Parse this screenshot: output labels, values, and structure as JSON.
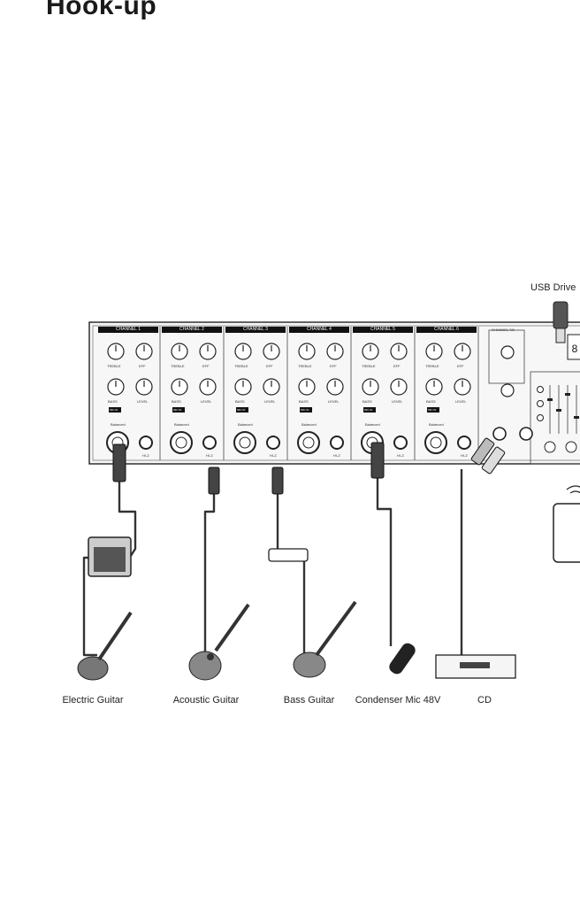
{
  "page": {
    "title": "Hook-up"
  },
  "mixer": {
    "channels": [
      {
        "label": "CHANNEL 1"
      },
      {
        "label": "CHANNEL 2"
      },
      {
        "label": "CHANNEL 3"
      },
      {
        "label": "CHANNEL 4"
      },
      {
        "label": "CHANNEL 5"
      },
      {
        "label": "CHANNEL 6"
      }
    ],
    "stereo_channel_label": "CHANNEL 7/8",
    "input_badge": "MIC IN",
    "knob_labels": {
      "treble": "TREBLE",
      "eff": "EFF",
      "bass": "BASS",
      "level": "LEVEL"
    },
    "jack_label": "HI-Z",
    "balanced_label": "Balanced"
  },
  "usb": {
    "label": "USB Drive"
  },
  "devices": [
    {
      "label": "Electric Guitar"
    },
    {
      "label": "Acoustic Guitar"
    },
    {
      "label": "Bass Guitar"
    },
    {
      "label": "Condenser Mic 48V"
    },
    {
      "label": "CD"
    }
  ],
  "colors": {
    "ink": "#1a1a1a",
    "panel": "#f4f4f4",
    "strip": "#111111",
    "device_gray": "#7a7a7a"
  }
}
